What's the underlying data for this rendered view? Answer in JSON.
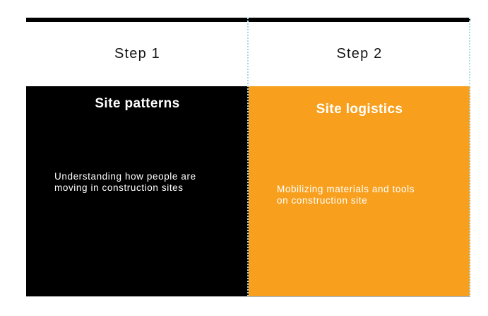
{
  "colors": {
    "canvas-bg": "#FFFFFF",
    "panel-black": "#000000",
    "accent-orange": "#F8A01D",
    "panel-text": "#FFFFFF",
    "step-text": "#141414",
    "selection-teal": "#AADBE0",
    "table-bottom-line": "#9E9E9E"
  },
  "table": {
    "columns": [
      {
        "step_label": "Step 1",
        "title": "Site patterns",
        "body_lines": [
          "Understanding how people are",
          "moving in construction sites"
        ]
      },
      {
        "step_label": "Step 2",
        "title": "Site logistics",
        "body_lines": [
          "Mobilizing materials and tools",
          "on construction site"
        ]
      }
    ]
  }
}
